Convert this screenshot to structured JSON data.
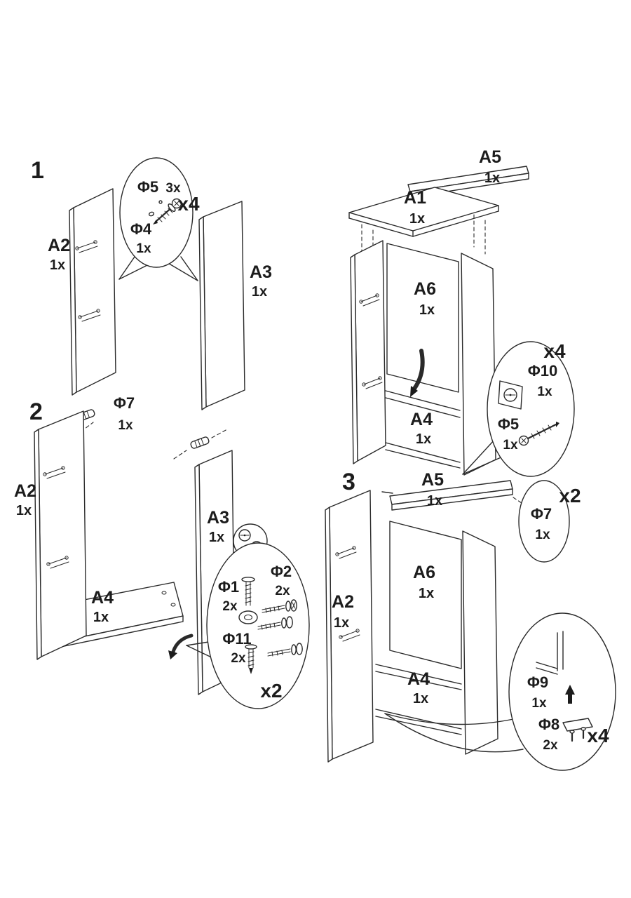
{
  "page": {
    "background": "#ffffff",
    "ink": "#1c1c1c"
  },
  "step1": {
    "number": "1",
    "parts": {
      "a2": {
        "label": "A2",
        "qty": "1x"
      },
      "a3": {
        "label": "A3",
        "qty": "1x"
      }
    },
    "callout": {
      "phi5": {
        "label": "Φ5",
        "qty": "3x"
      },
      "phi4": {
        "label": "Φ4",
        "qty": "1x"
      },
      "multiplier": "x4"
    }
  },
  "step2": {
    "number": "2",
    "parts": {
      "phi7": {
        "label": "Φ7",
        "qty": "1x"
      },
      "a2": {
        "label": "A2",
        "qty": "1x"
      },
      "a3": {
        "label": "A3",
        "qty": "1x"
      },
      "a4": {
        "label": "A4",
        "qty": "1x"
      }
    },
    "callout": {
      "phi1": {
        "label": "Φ1",
        "qty": "2x"
      },
      "phi2": {
        "label": "Φ2",
        "qty": "2x"
      },
      "phi11": {
        "label": "Φ11",
        "qty": "2x"
      },
      "multiplier": "x2"
    }
  },
  "assembly": {
    "parts": {
      "a5": {
        "label": "A5",
        "qty": "1x"
      },
      "a1": {
        "label": "A1",
        "qty": "1x"
      },
      "a6": {
        "label": "A6",
        "qty": "1x"
      },
      "a4": {
        "label": "A4",
        "qty": "1x"
      }
    },
    "callout": {
      "multiplier": "x4",
      "phi10": {
        "label": "Φ10",
        "qty": "1x"
      },
      "phi5": {
        "label": "Φ5",
        "qty": "1x"
      }
    }
  },
  "step3": {
    "number": "3",
    "parts": {
      "a5": {
        "label": "A5",
        "qty": "1x"
      },
      "a2": {
        "label": "A2",
        "qty": "1x"
      },
      "a6": {
        "label": "A6",
        "qty": "1x"
      },
      "a4": {
        "label": "A4",
        "qty": "1x"
      }
    },
    "callout_phi7": {
      "label": "Φ7",
      "qty": "1x",
      "multiplier": "x2"
    },
    "callout_feet": {
      "phi9": {
        "label": "Φ9",
        "qty": "1x"
      },
      "phi8": {
        "label": "Φ8",
        "qty": "2x"
      },
      "multiplier": "x4"
    }
  }
}
